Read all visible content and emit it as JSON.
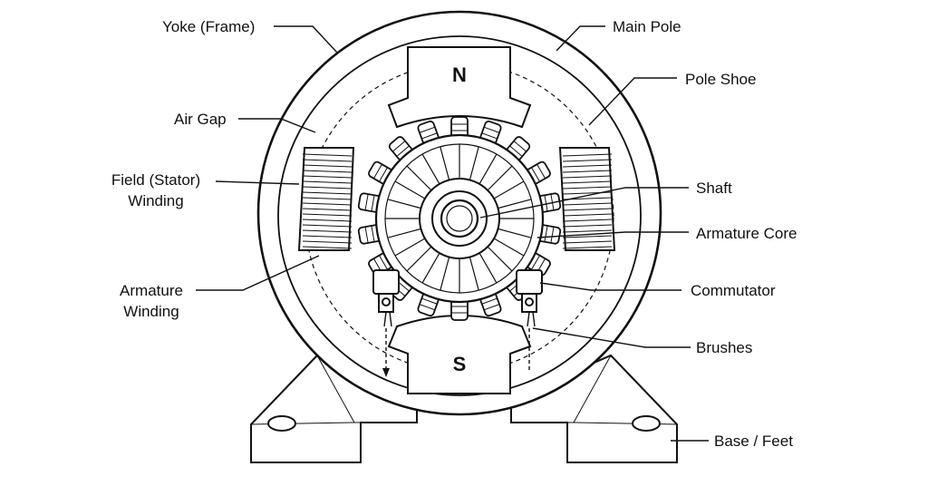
{
  "labels": {
    "yoke": "Yoke (Frame)",
    "main_pole": "Main Pole",
    "pole_shoe": "Pole Shoe",
    "air_gap": "Air Gap",
    "field_winding_line1": "Field (Stator)",
    "field_winding_line2": "Winding",
    "shaft": "Shaft",
    "armature_core": "Armature Core",
    "armature_winding_line1": "Armature",
    "armature_winding_line2": "Winding",
    "commutator": "Commutator",
    "brushes": "Brushes",
    "base_feet": "Base / Feet"
  },
  "poles": {
    "north": "N",
    "south": "S"
  },
  "colors": {
    "ink": "#111111",
    "background": "#ffffff"
  }
}
